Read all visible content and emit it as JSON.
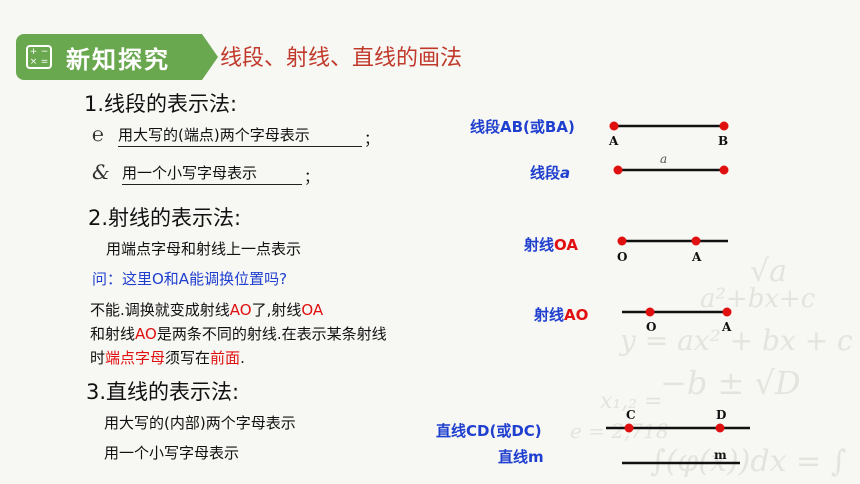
{
  "header": {
    "badge_title": "新知探究",
    "calc_symbols": [
      "+",
      "−",
      "×",
      "="
    ],
    "topic": "线段、射线、直线的画法"
  },
  "sections": {
    "segment": {
      "heading": "1.线段的表示法:",
      "line1": "用大写的(端点)两个字母表示",
      "line1_suffix": "；",
      "line2": "用一个小写字母表示",
      "line2_suffix": "；"
    },
    "ray": {
      "heading": "2.射线的表示法:",
      "line1": "用端点字母和射线上一点表示",
      "question": "问：这里O和A能调换位置吗?",
      "answer": {
        "p1": "不能.调换就变成射线",
        "p2": "AO",
        "p3": "了,射线",
        "p4": "OA",
        "p5": "和射线",
        "p6": "AO",
        "p7": "是两条不同的射线.在表示某条射线时",
        "p8": "端点字母",
        "p9": "须写在",
        "p10": "前面",
        "p11": "."
      }
    },
    "line": {
      "heading": "3.直线的表示法:",
      "line1": "用大写的(内部)两个字母表示",
      "line2": "用一个小写字母表示"
    }
  },
  "figures": {
    "seg_ab": {
      "label": "线段AB(或BA)",
      "p1": "A",
      "p2": "B"
    },
    "seg_a": {
      "label_prefix": "线段",
      "label_var": "a",
      "var": "a"
    },
    "ray_oa": {
      "label_prefix": "射线",
      "label_letters": "OA",
      "p1": "O",
      "p2": "A"
    },
    "ray_ao": {
      "label_prefix": "射线",
      "label_letters": "AO",
      "p1": "O",
      "p2": "A"
    },
    "line_cd": {
      "label": "直线CD(或DC)",
      "p1": "C",
      "p2": "D"
    },
    "line_m": {
      "label": "直线m",
      "var": "m"
    }
  },
  "colors": {
    "accent_green": "#6aa84f",
    "title_red": "#c0392b",
    "label_blue": "#1f3fcf",
    "highlight_red": "#e01010"
  }
}
